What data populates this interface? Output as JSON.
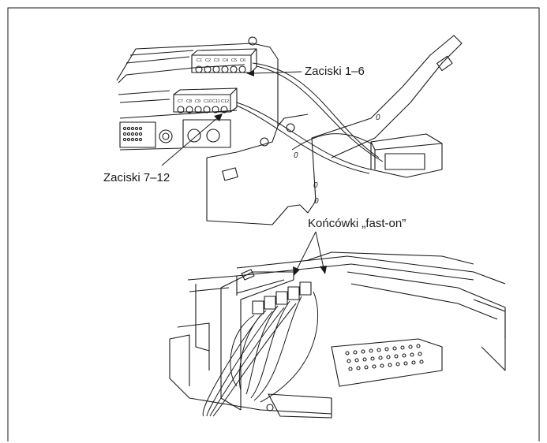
{
  "labels": {
    "terminals_1_6": "Zaciski 1–6",
    "terminals_7_12": "Zaciski 7–12",
    "fast_on": "Końcówki „fast-on”"
  },
  "terminal_marks": {
    "top_row": [
      "C1",
      "C2",
      "C3",
      "C4",
      "C5",
      "C6"
    ],
    "bottom_row": [
      "C7",
      "C8",
      "C9",
      "C10",
      "C11",
      "C12"
    ]
  },
  "colors": {
    "line": "#1a1a1a",
    "background": "#ffffff"
  }
}
